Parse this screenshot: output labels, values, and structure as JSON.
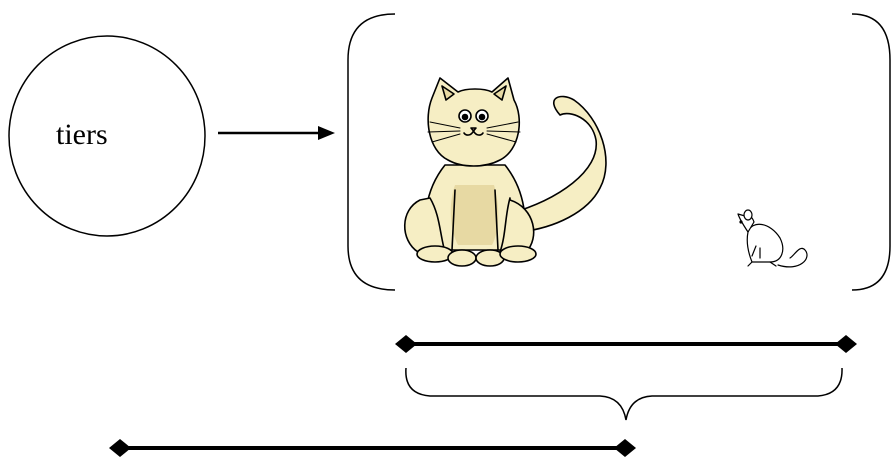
{
  "top_fragment": "",
  "circle_label": "tiers",
  "images": {
    "cat": "cat-illustration",
    "mouse": "mouse-illustration"
  },
  "colors": {
    "ink": "#000000",
    "cat_fill": "#f6eec4",
    "cat_shade": "#e7d9a3",
    "mouse_fill": "#ffffff"
  }
}
